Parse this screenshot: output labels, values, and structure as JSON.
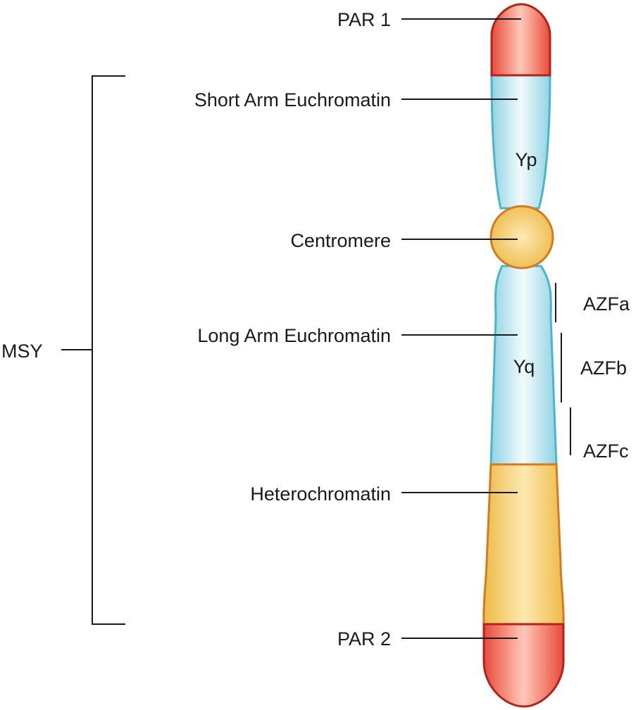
{
  "labels": {
    "par1": "PAR 1",
    "short_arm": "Short Arm Euchromatin",
    "centromere": "Centromere",
    "long_arm": "Long Arm Euchromatin",
    "heterochromatin": "Heterochromatin",
    "par2": "PAR 2",
    "msy": "MSY",
    "yp": "Yp",
    "yq": "Yq",
    "azfa": "AZFa",
    "azfb": "AZFb",
    "azfc": "AZFc"
  },
  "colors": {
    "par_fill": "#e8483a",
    "par_stroke": "#b3221b",
    "euchromatin_fill": "#bfe8f1",
    "euchromatin_stroke": "#4bb5cc",
    "hetero_fill": "#f3c75e",
    "hetero_stroke": "#d57a1f",
    "line": "#1a1a1a"
  }
}
